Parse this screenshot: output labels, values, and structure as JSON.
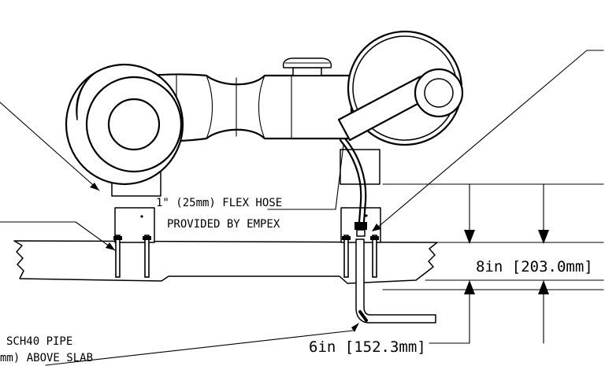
{
  "labels": {
    "flex_hose_line1": "1\" (25mm) FLEX HOSE",
    "flex_hose_line2": "PROVIDED BY EMPEX",
    "pipe_line1": "SCH40 PIPE",
    "pipe_line2": "mm) ABOVE SLAB"
  },
  "dimensions": {
    "slab_thickness": "8in [203.0mm]",
    "pipe_height": "6in [152.3mm]"
  }
}
